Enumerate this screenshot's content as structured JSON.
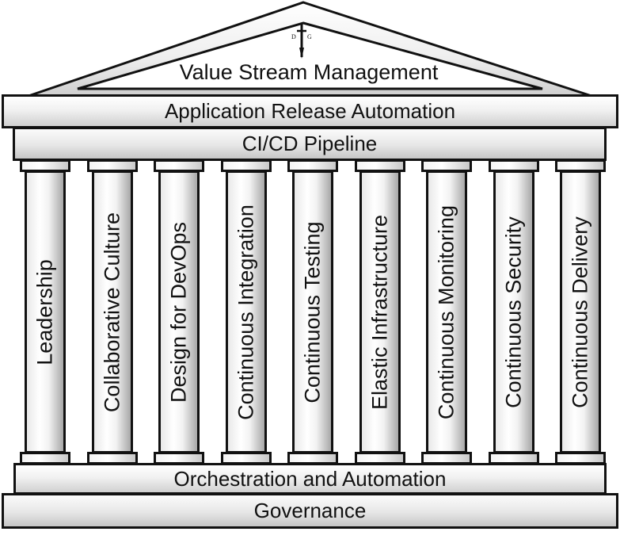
{
  "roof": {
    "title": "Value Stream Management",
    "emblem": {
      "icon": "sword-emblem-icon",
      "letters": [
        "D",
        "G"
      ]
    }
  },
  "entablature": {
    "top_band": "Application Release Automation",
    "bottom_band": "CI/CD Pipeline"
  },
  "pillars": [
    {
      "label": "Leadership"
    },
    {
      "label": "Collaborative Culture"
    },
    {
      "label": "Design for DevOps"
    },
    {
      "label": "Continuous Integration"
    },
    {
      "label": "Continuous Testing"
    },
    {
      "label": "Elastic Infrastructure"
    },
    {
      "label": "Continuous Monitoring"
    },
    {
      "label": "Continuous Security"
    },
    {
      "label": "Continuous Delivery"
    }
  ],
  "foundation": {
    "upper_step": "Orchestration and Automation",
    "lower_step": "Governance"
  },
  "colors": {
    "outline": "#111111",
    "fill_light": "#ffffff",
    "fill_shadow": "#a8a8a8"
  }
}
